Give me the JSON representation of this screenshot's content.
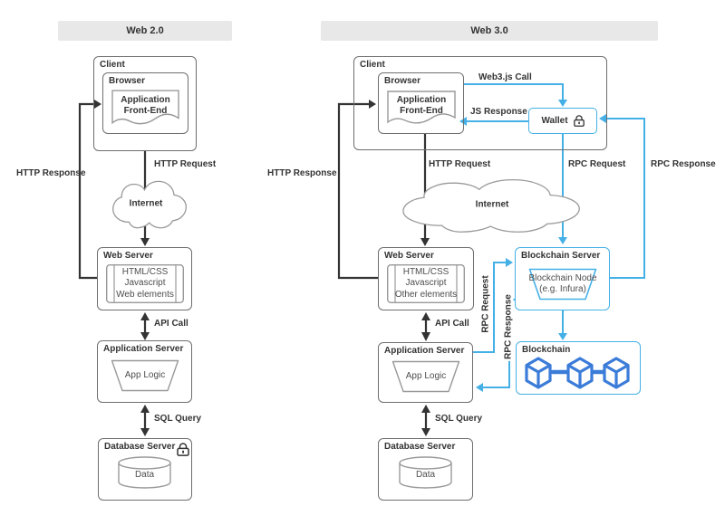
{
  "colors": {
    "accent_blue": "#45b0e6",
    "cube_blue": "#3b7cd9",
    "ink": "#333333",
    "box_border": "#6e6e6e",
    "shape_border": "#999999",
    "band_bg": "#e8e8e8"
  },
  "headers": {
    "web2": "Web 2.0",
    "web3": "Web 3.0"
  },
  "icons": {
    "database_lock": "lock-icon",
    "wallet_lock": "lock-icon",
    "blockchain_cubes": "cube-chain-icon",
    "internet": "cloud-shape"
  },
  "web2": {
    "client": "Client",
    "browser": "Browser",
    "app_front_end": [
      "Application",
      "Front-End"
    ],
    "http_request": "HTTP Request",
    "http_response": "HTTP Response",
    "internet": "Internet",
    "web_server": {
      "label": "Web Server",
      "content": [
        "HTML/CSS",
        "Javascript",
        "Web elements"
      ]
    },
    "api_call": "API Call",
    "app_server": {
      "label": "Application Server",
      "logic": "App Logic"
    },
    "sql_query": "SQL Query",
    "db_server": {
      "label": "Database Server",
      "data": "Data"
    }
  },
  "web3": {
    "client": "Client",
    "browser": "Browser",
    "app_front_end": [
      "Application",
      "Front-End"
    ],
    "wallet": "Wallet",
    "web3js_call": "Web3.js Call",
    "js_response": "JS Response",
    "http_request": "HTTP Request",
    "http_response": "HTTP Response",
    "rpc_request": "RPC Request",
    "rpc_response": "RPC Response",
    "internet": "Internet",
    "web_server": {
      "label": "Web Server",
      "content": [
        "HTML/CSS",
        "Javascript",
        "Other elements"
      ]
    },
    "api_call": "API Call",
    "app_server": {
      "label": "Application Server",
      "logic": "App Logic"
    },
    "sql_query": "SQL Query",
    "db_server": {
      "label": "Database Server",
      "data": "Data"
    },
    "blockchain_server": {
      "label": "Blockchain Server",
      "node": [
        "Blockchain Node",
        "(e.g. Infura)"
      ]
    },
    "blockchain": "Blockchain"
  }
}
